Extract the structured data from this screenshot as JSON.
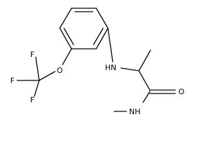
{
  "labels": {
    "f1": "F",
    "f2": "F",
    "f3": "F",
    "o_ether": "O",
    "nh_amine": "HN",
    "o_carbonyl": "O",
    "nh_amide": "NH"
  },
  "colors": {
    "bond": "#000000",
    "text": "#000000",
    "background": "#ffffff"
  }
}
